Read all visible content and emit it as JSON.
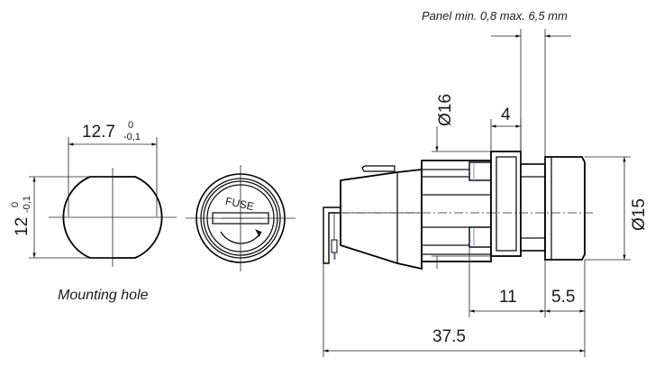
{
  "notes": {
    "panel": "Panel min. 0,8 max. 6,5 mm",
    "mounting_hole": "Mounting hole"
  },
  "mounting_hole_dims": {
    "width": "12.7",
    "width_tol_upper": "0",
    "width_tol_lower": "-0,1",
    "height": "12",
    "height_tol_upper": "0",
    "height_tol_lower": "-0,1"
  },
  "front_view": {
    "cap_text": "FUSE"
  },
  "side_view_dims": {
    "flange_diameter": "Ø16",
    "cap_diameter": "Ø15",
    "flange_thickness": "4",
    "body_length": "11",
    "cap_length": "5.5",
    "total_length": "37.5"
  }
}
